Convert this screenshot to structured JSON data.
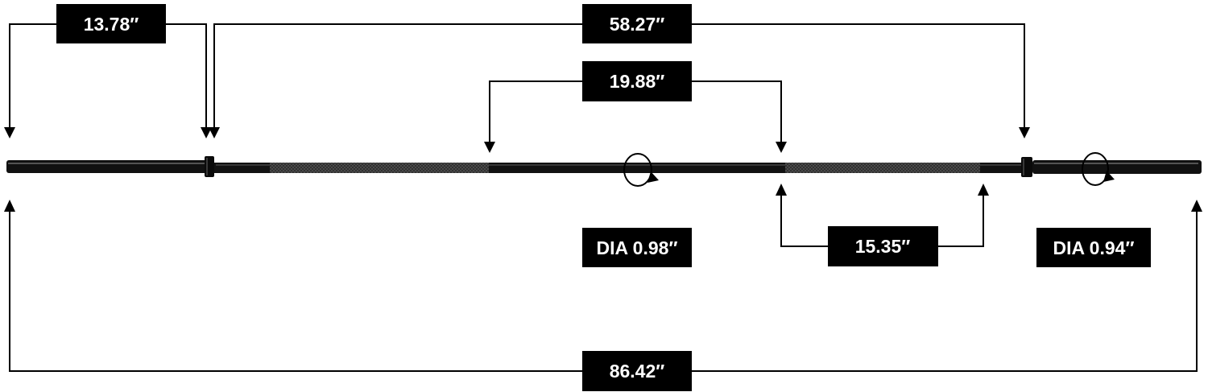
{
  "dimensions": {
    "bar_sleeve_left": "13.78″",
    "between_collars": "58.27″",
    "center_grip": "19.88″",
    "knurl_section": "15.35″",
    "overall_length": "86.42″"
  },
  "diameters": {
    "shaft": "DIA 0.98″",
    "sleeve": "DIA 0.94″"
  },
  "colors": {
    "label_bg": "#000000",
    "label_text": "#ffffff",
    "bar_dark": "#111111",
    "bar_knurl": "#3a3a3a"
  }
}
